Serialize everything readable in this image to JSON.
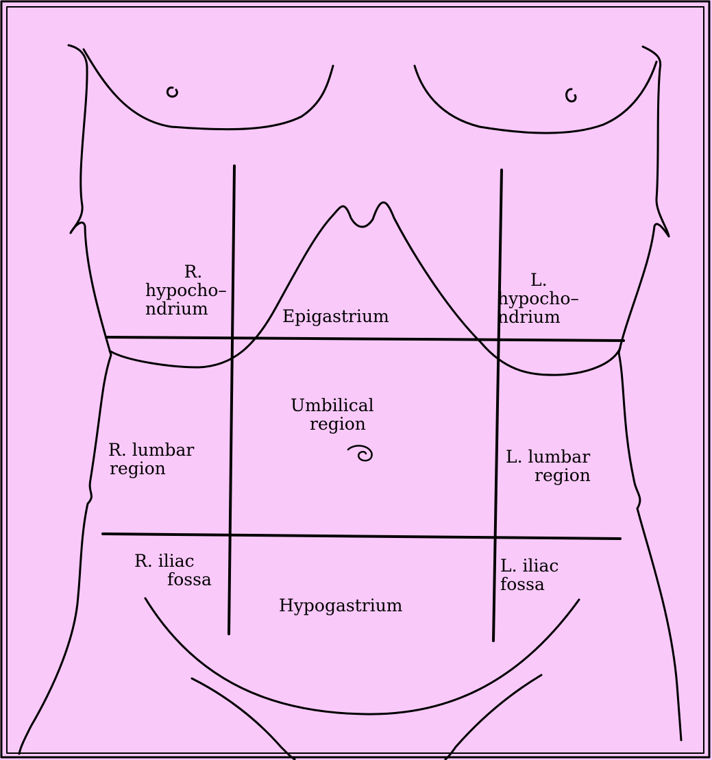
{
  "colors": {
    "background": "#f9c9f9",
    "ink": "#000000"
  },
  "regions": {
    "r_hypochondrium": {
      "line1": "R.",
      "line2": "hypocho–",
      "line3": "ndrium"
    },
    "epigastrium": "Epigastrium",
    "l_hypochondrium": {
      "line1": "L.",
      "line2": "hypocho–",
      "line3": "ndrium"
    },
    "r_lumbar": {
      "line1": "R. lumbar",
      "line2": "region"
    },
    "umbilical": {
      "line1": "Umbilical",
      "line2": "region"
    },
    "l_lumbar": {
      "line1": "L. lumbar",
      "line2": "region"
    },
    "r_iliac": {
      "line1": "R. iliac",
      "line2": "fossa"
    },
    "hypogastrium": "Hypogastrium",
    "l_iliac": {
      "line1": "L. iliac",
      "line2": "fossa"
    }
  }
}
